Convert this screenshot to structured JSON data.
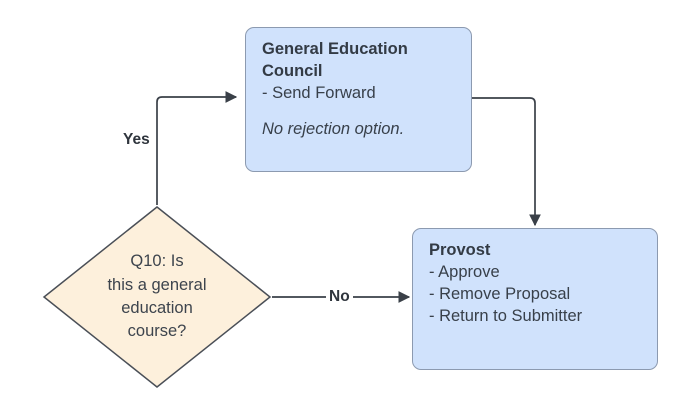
{
  "diagram": {
    "type": "flowchart",
    "background_color": "#ffffff",
    "palette": {
      "process_fill": "#d0e2fc",
      "process_stroke": "#8c9ab0",
      "decision_fill": "#fdf0dc",
      "decision_stroke": "#4a4f57",
      "connector_stroke": "#3a4048",
      "text_color": "#3d444d"
    }
  },
  "nodes": {
    "decision": {
      "shape": "diamond",
      "lines": [
        "Q10: Is",
        "this a general",
        "education",
        "course?"
      ]
    },
    "gec": {
      "shape": "rounded-rectangle",
      "title": "General Education Council",
      "items": [
        "- Send Forward"
      ],
      "note": "No rejection option."
    },
    "provost": {
      "shape": "rounded-rectangle",
      "title": "Provost",
      "items": [
        "- Approve",
        "- Remove Proposal",
        "- Return to Submitter"
      ]
    }
  },
  "edges": {
    "yes": {
      "label": "Yes",
      "from": "decision",
      "to": "gec"
    },
    "no": {
      "label": "No",
      "from": "decision",
      "to": "provost"
    },
    "forward": {
      "label": "",
      "from": "gec",
      "to": "provost"
    }
  }
}
